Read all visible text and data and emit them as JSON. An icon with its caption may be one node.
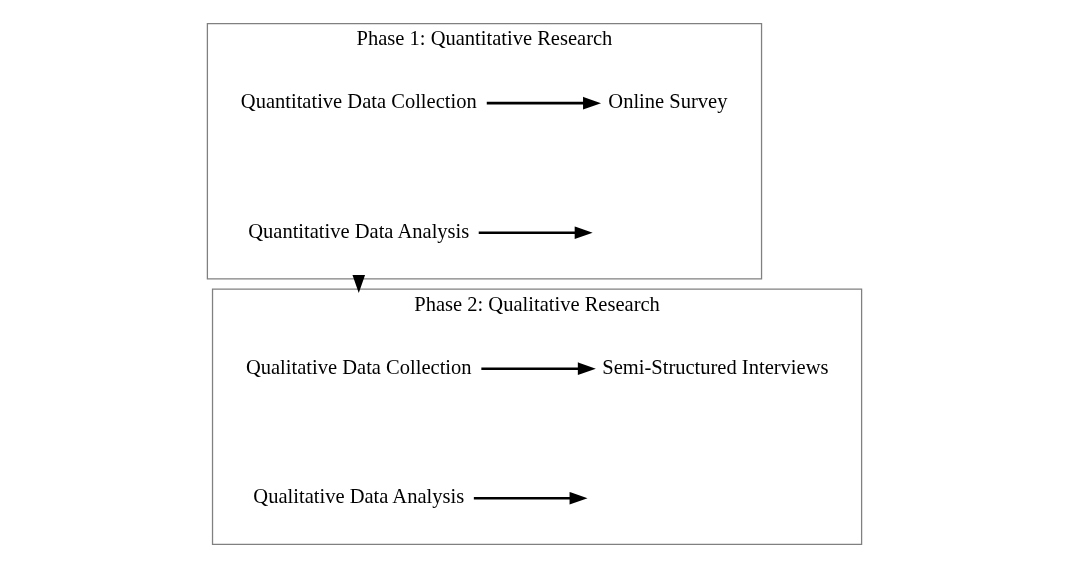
{
  "diagram": {
    "nodes": [
      {
        "text": [
          "Phase 1: Quantitative Research"
        ]
      },
      {
        "text": [
          "Quantitative Data Collection"
        ],
        "in": 0
      },
      {
        "text": [
          "Online Survey"
        ],
        "in": 0
      },
      {
        "text": [
          "Quantitative Data Analysis"
        ],
        "in": 0
      },
      {
        "text": [
          "Phase 2: Qualitative Research"
        ]
      },
      {
        "text": [
          "Qualitative Data Collection"
        ],
        "in": 4
      },
      {
        "text": [
          "Semi-Structured Interviews"
        ],
        "in": 4
      },
      {
        "text": [
          "Qualitative Data Analysis"
        ],
        "in": 4
      }
    ],
    "edges": [
      {
        "from": 1,
        "to": 2,
        "arrow": "to"
      },
      {
        "from": 3,
        "to": null,
        "arrow": "to"
      },
      {
        "from": 0,
        "to": 4,
        "arrow": "to"
      },
      {
        "from": 5,
        "to": 6,
        "arrow": "to"
      },
      {
        "from": 7,
        "to": null,
        "arrow": "to"
      }
    ]
  }
}
